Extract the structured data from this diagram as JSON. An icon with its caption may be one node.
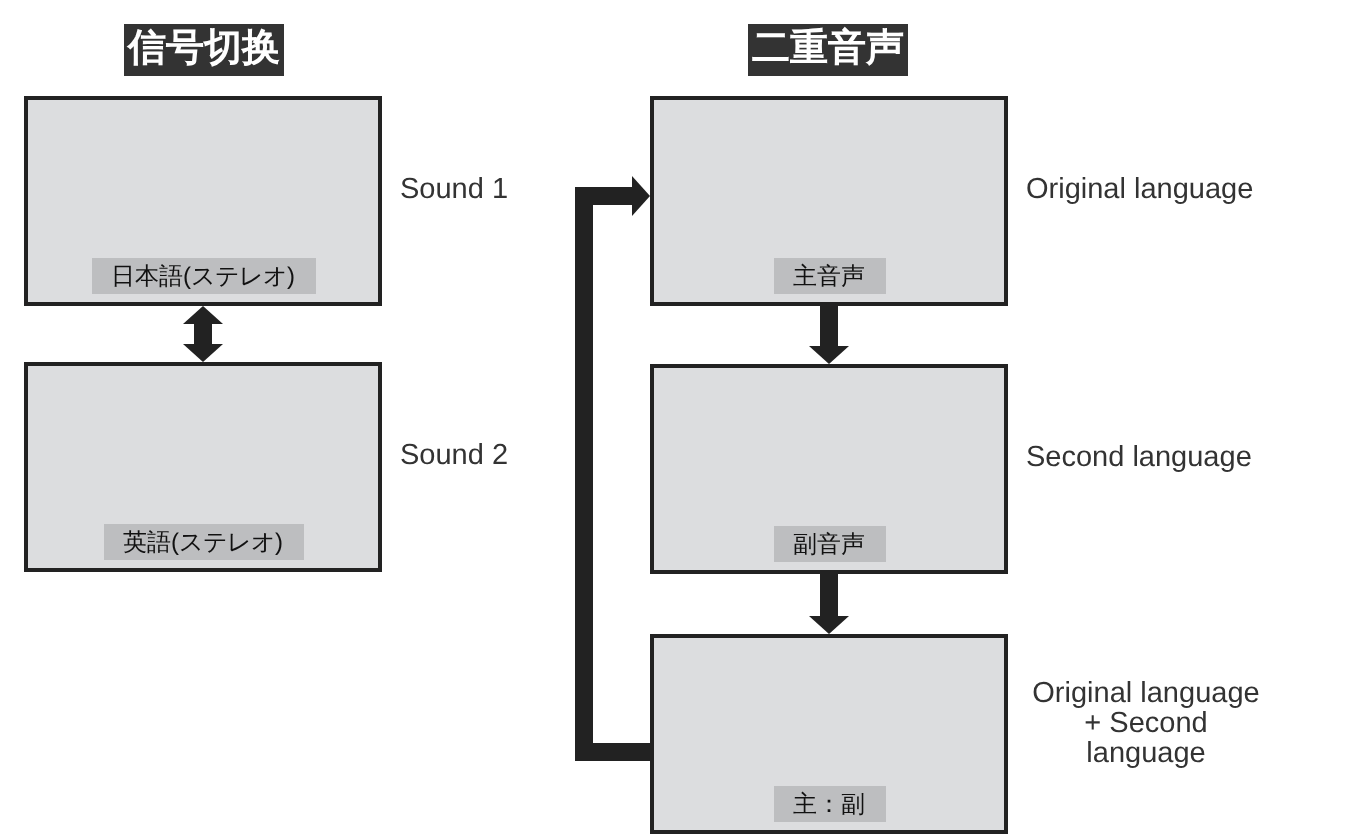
{
  "diagram": {
    "nodes": [
      {
        "text": [
          "日本語(ステレオ)"
        ],
        "beside": [
          "Sound 1"
        ]
      },
      {
        "text": [
          "英語(ステレオ)"
        ],
        "beside": [
          "Sound 2"
        ]
      },
      {
        "text": [
          "主音声"
        ],
        "beside": [
          "Original language"
        ]
      },
      {
        "text": [
          "副音声"
        ],
        "beside": [
          "Second language"
        ]
      },
      {
        "text": [
          "主：副"
        ],
        "beside": [
          "Original language + Second language"
        ]
      }
    ],
    "edges": [
      {
        "from": 0,
        "to": 1,
        "arrow": "both"
      },
      {
        "from": 2,
        "to": 3,
        "arrow": "to"
      },
      {
        "from": 3,
        "to": 4,
        "arrow": "to"
      },
      {
        "from": 4,
        "to": 2,
        "arrow": "to"
      }
    ],
    "labels": [
      "信号切换",
      "二重音声"
    ]
  }
}
